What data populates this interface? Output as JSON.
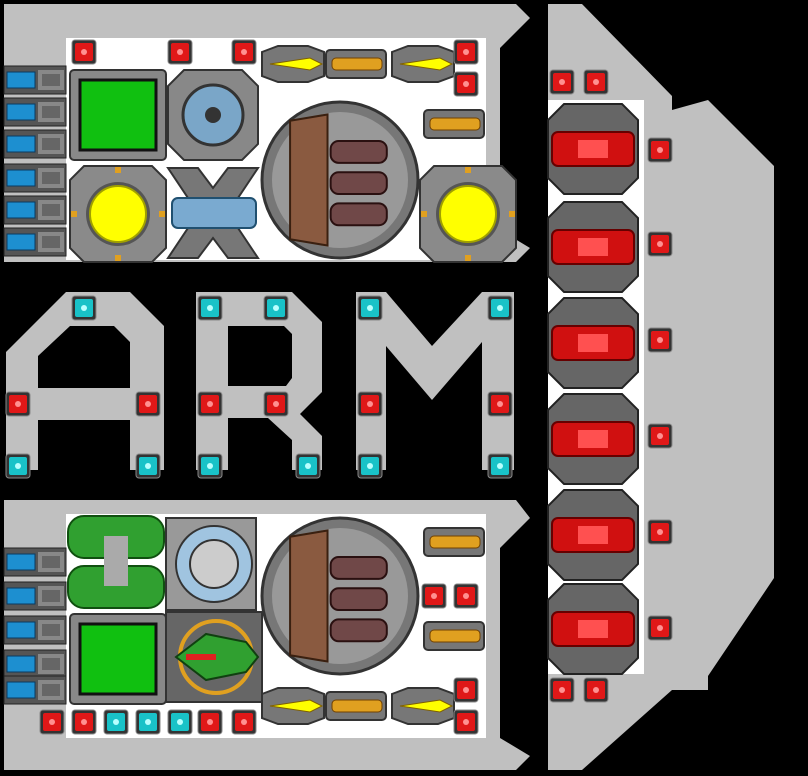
{
  "palette": {
    "background": "#000000",
    "hull": "#c0c0c0",
    "grid": "#ffffff",
    "red_node": "#e01818",
    "cyan_node": "#19c2c8",
    "metal": "#8a8a8a",
    "metal_dark": "#4c4c4c",
    "green_screen": "#10c010",
    "yellow_core": "#ffff00",
    "blue_cell": "#1d8fd0",
    "copper": "#8a5a40",
    "gold": "#e0a020",
    "turret_red": "#d01010",
    "pipe_green": "#30a030"
  },
  "sprites": {
    "hull_shape": "arm-letters-hull",
    "node_a": "red-connector",
    "node_b": "cyan-connector",
    "screen": "green-screen-module",
    "core": "yellow-reactor-core",
    "battery": "blue-battery-cell",
    "thruster": "copper-rocket-pod",
    "gun": "yellow-laser-gun",
    "turret": "red-turret",
    "canister": "green-fuel-canister",
    "drone": "green-drone"
  }
}
